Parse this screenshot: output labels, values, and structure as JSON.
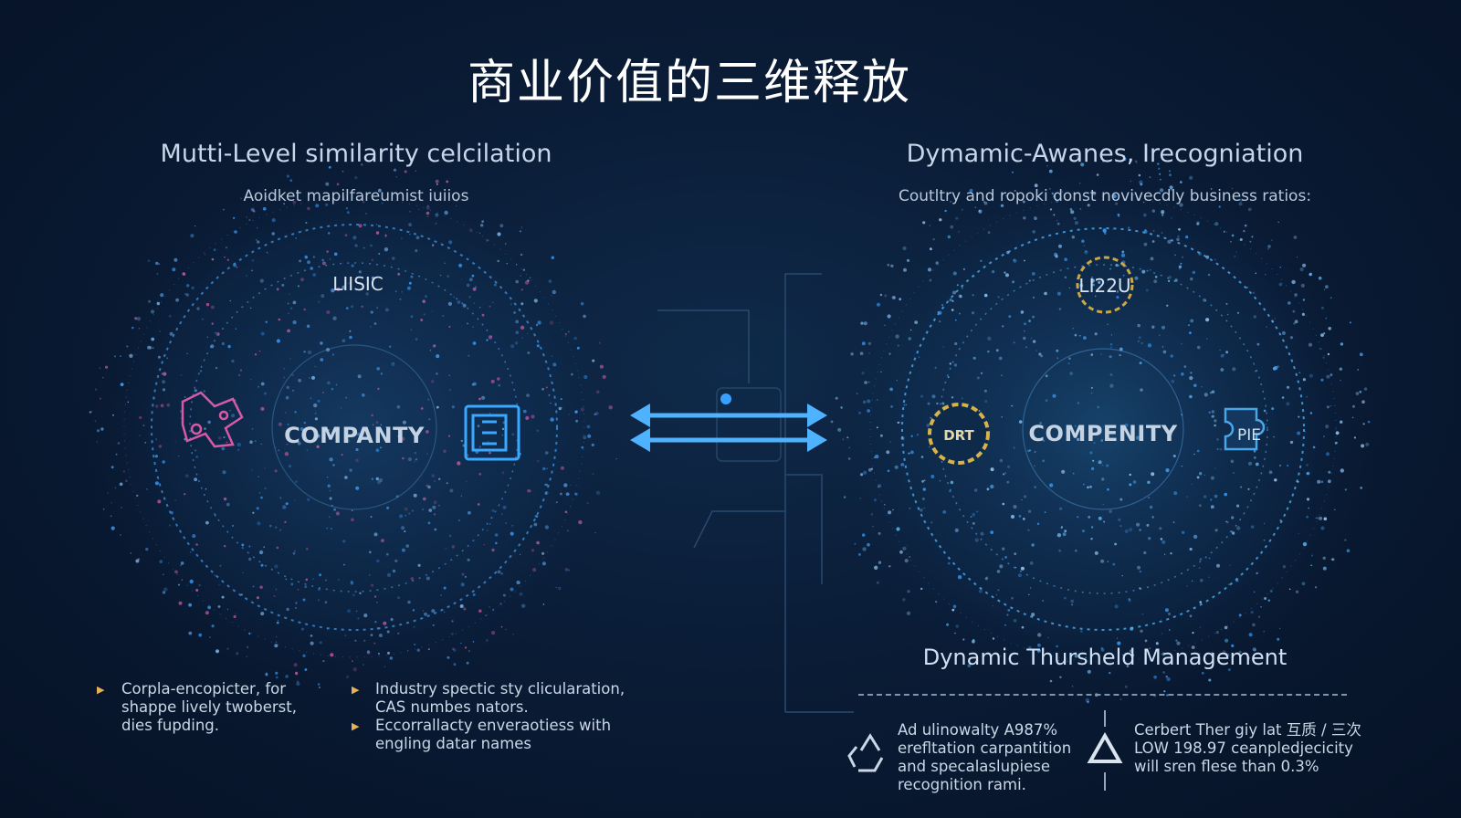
{
  "title": "商业价值的三维释放",
  "left": {
    "heading": "Mutti-Level similarity celcilation",
    "subheading": "Aoidket mapilfareumist iuiios",
    "top_label": "LIISIC",
    "center_label": "COMPANTY",
    "bullets": [
      {
        "text": "Corpla-encopicter, for shappe lively twoberst, dies fupding."
      },
      {
        "text": "Industry spectic sty clicularation, CAS numbes nators."
      },
      {
        "text": "Eccorrallacty enveraotiess with engling datar names"
      }
    ]
  },
  "right": {
    "heading": "Dymamic-Awanes, Irecogniation",
    "subheading": "Coutltry and ropoki donst novivecdly business ratios:",
    "top_label": "LI22U",
    "center_label": "COMPENITY",
    "left_badge": "DRT",
    "right_badge": "PIE",
    "bottom_heading": "Dynamic Thursheld Management",
    "stats": [
      {
        "icon": "recycle-icon",
        "text": "Ad ulinowalty A987% erefltation carpantition and specalaslupiese recognition rami."
      },
      {
        "icon": "warning-triangle-icon",
        "text": "Cerbert Ther giy lat 互质 / 三次 LOW 198.97 ceanpledjecicity will sren flese than 0.3%"
      }
    ]
  },
  "colors": {
    "background": "#0a1c36",
    "accent_blue": "#3aa0ff",
    "accent_pink": "#d65aa6",
    "accent_gold": "#d8b24a",
    "bullet_arrow": "#e7b15a"
  }
}
